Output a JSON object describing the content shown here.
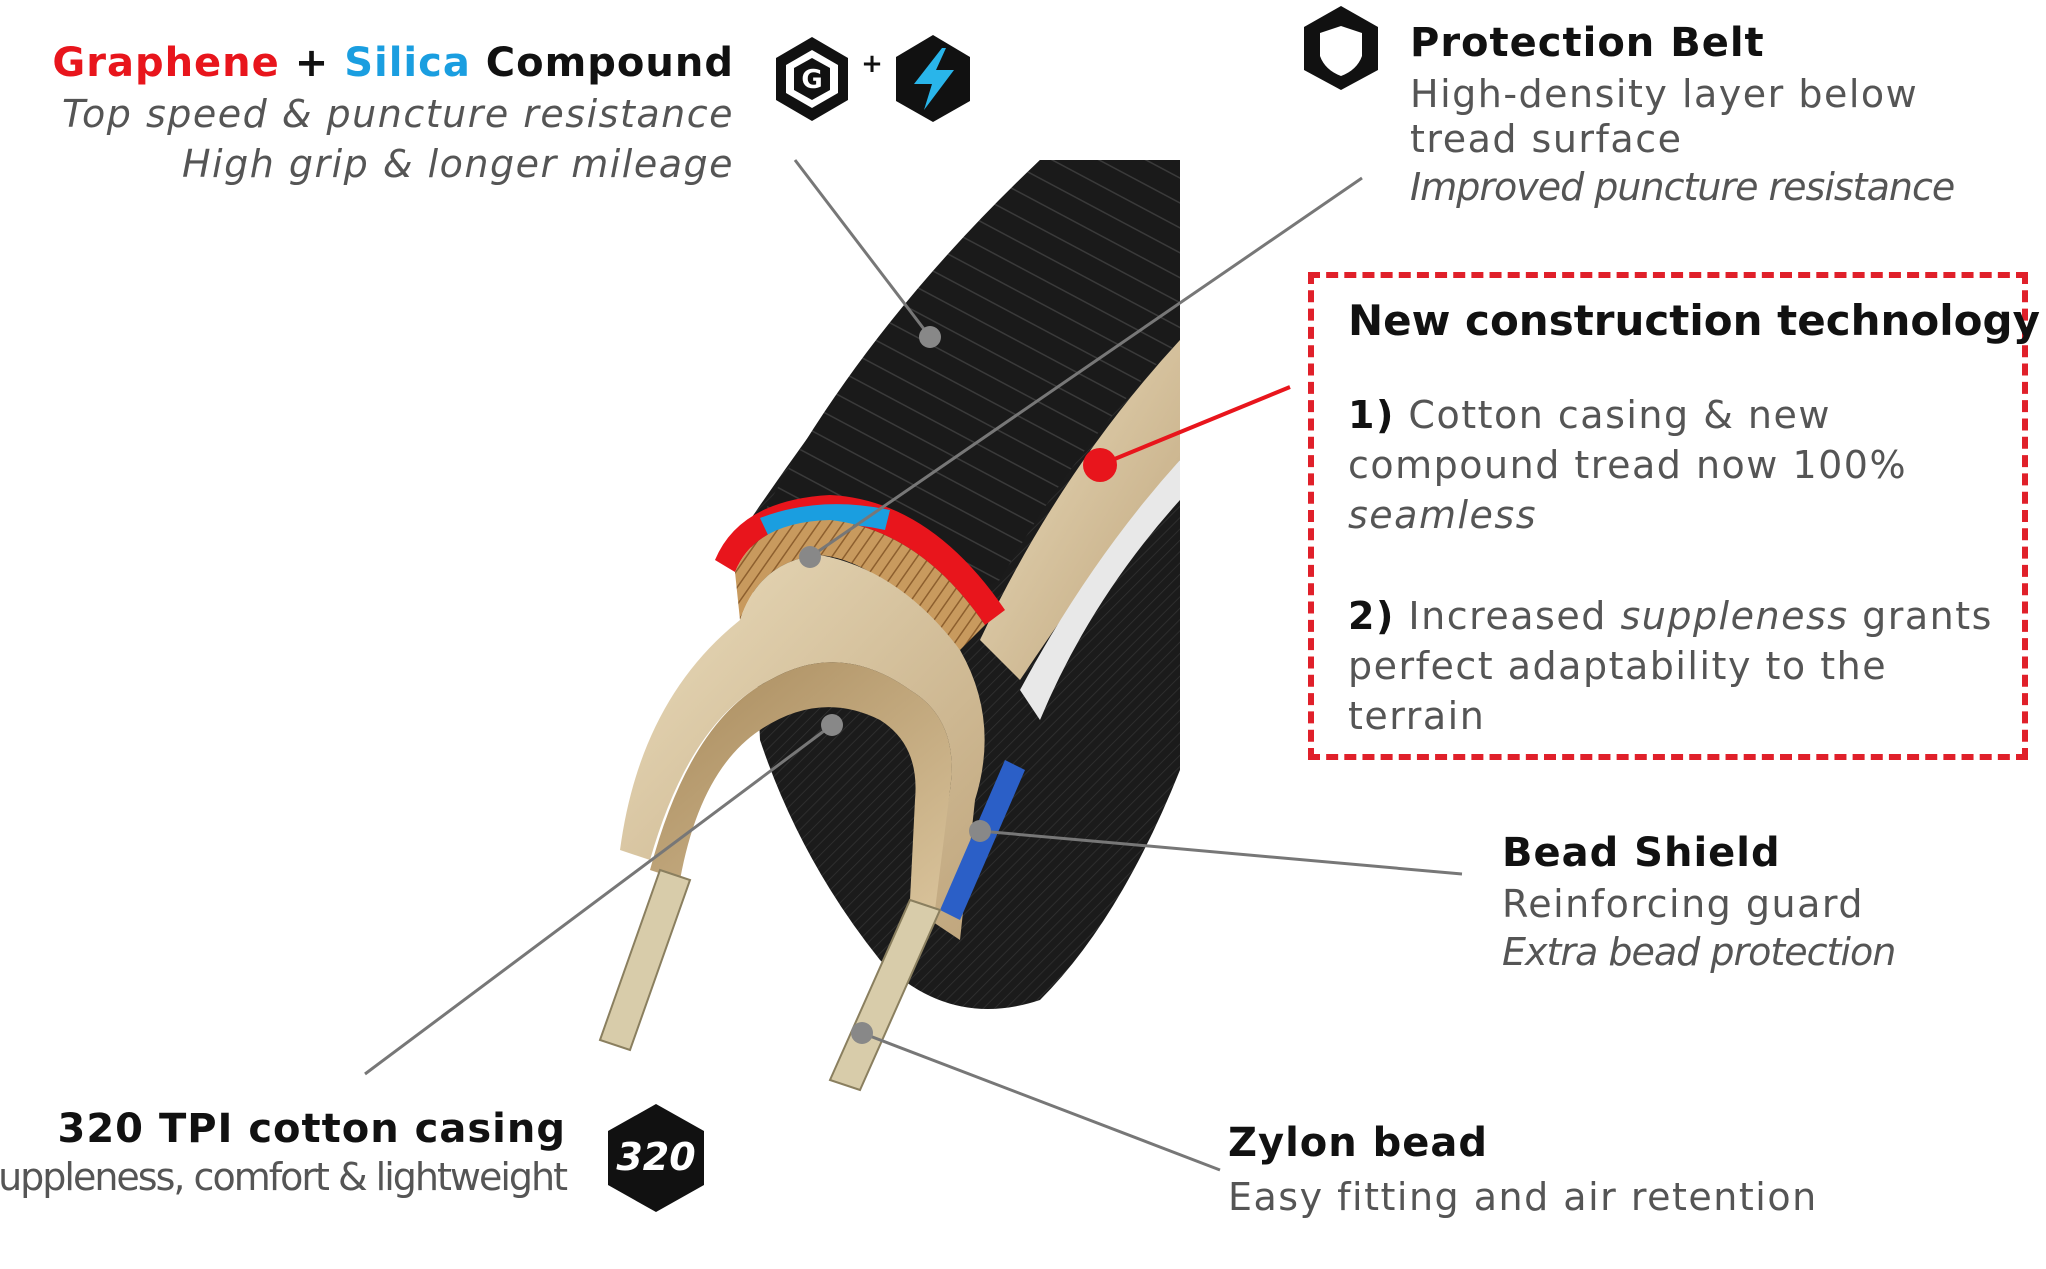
{
  "compound": {
    "title_part1": "Graphene",
    "title_plus": "+",
    "title_part2": "Silica",
    "title_part3": "Compound",
    "line1": "Top speed & puncture resistance",
    "line2": "High grip & longer mileage",
    "icon_plus": "+"
  },
  "protection_belt": {
    "title": "Protection Belt",
    "line1": "High-density layer  below",
    "line2": "tread surface",
    "line3": "Improved puncture  resistance"
  },
  "new_construction": {
    "title": "New construction technology",
    "item1_num": "1)",
    "item1_line1": "Cotton casing & new",
    "item1_line2": "compound tread now 100%",
    "item1_line3": "seamless",
    "item2_num": "2)",
    "item2_text_a": "Increased",
    "item2_text_b": "suppleness",
    "item2_text_c": "grants",
    "item2_line2": "perfect adaptability to the",
    "item2_line3": "terrain"
  },
  "bead_shield": {
    "title": "Bead Shield",
    "line1": "Reinforcing guard",
    "line2": "Extra bead  protection"
  },
  "casing": {
    "title": "320 TPI cotton casing",
    "line1": "Suppleness, comfort & lightweight",
    "badge": "320"
  },
  "zylon": {
    "title": "Zylon bead",
    "line1": "Easy fitting and air retention"
  },
  "icons": {
    "graphene": "graphene-g-icon",
    "silica": "silica-lightning-icon",
    "shield": "shield-icon",
    "tpi": "320-tpi-hexagon-icon"
  },
  "colors": {
    "red": "#e8151c",
    "blue": "#1a9ee0",
    "tan": "#d9c6a0",
    "black": "#111111"
  }
}
